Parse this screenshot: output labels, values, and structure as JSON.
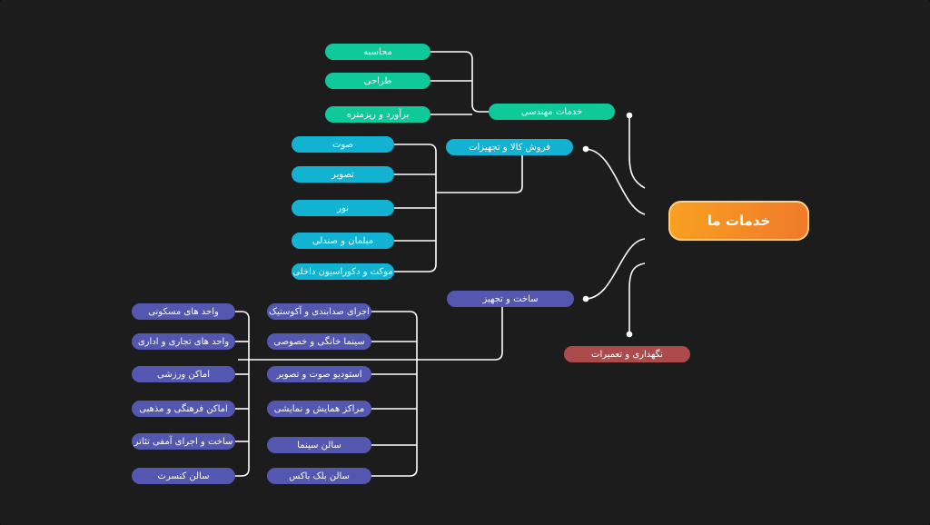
{
  "diagram": {
    "root": "خدمات ما",
    "engineering": {
      "label": "خدمات مهندسی",
      "items": [
        "محاسبه",
        "طراحی",
        "برآورد و ریزمتره"
      ]
    },
    "sales": {
      "label": "فروش کالا و تجهیزات",
      "items": [
        "صوت",
        "تصویر",
        "نور",
        "مبلمان و صندلی",
        "موکت و دکوراسیون داخلی"
      ]
    },
    "construction": {
      "label": "ساخت و تجهیز",
      "inner": [
        "اجرای صدابندی و آکوستیک",
        "سینما خانگی و خصوصی",
        "استودیو صوت و تصویر",
        "مراکز همایش و نمایشی",
        "سالن سینما",
        "سالن بلک باکس"
      ],
      "outer": [
        "واحد های مسکونی",
        "واحد های تجاری و اداری",
        "اماکن ورزشی",
        "اماکن فرهنگی و مذهبی",
        "ساخت و اجرای آمفی تئاتر",
        "سالن کنسرت"
      ]
    },
    "maintenance": {
      "label": "نگهداری و تعمیرات"
    },
    "colors": {
      "engineering": "#0fc99a",
      "sales": "#12b3d2",
      "construction": "#5357b0",
      "maintenance": "#ad4a4b",
      "root": "#f59228",
      "connector": "#ffffff",
      "background": "#1c1c1c"
    }
  }
}
